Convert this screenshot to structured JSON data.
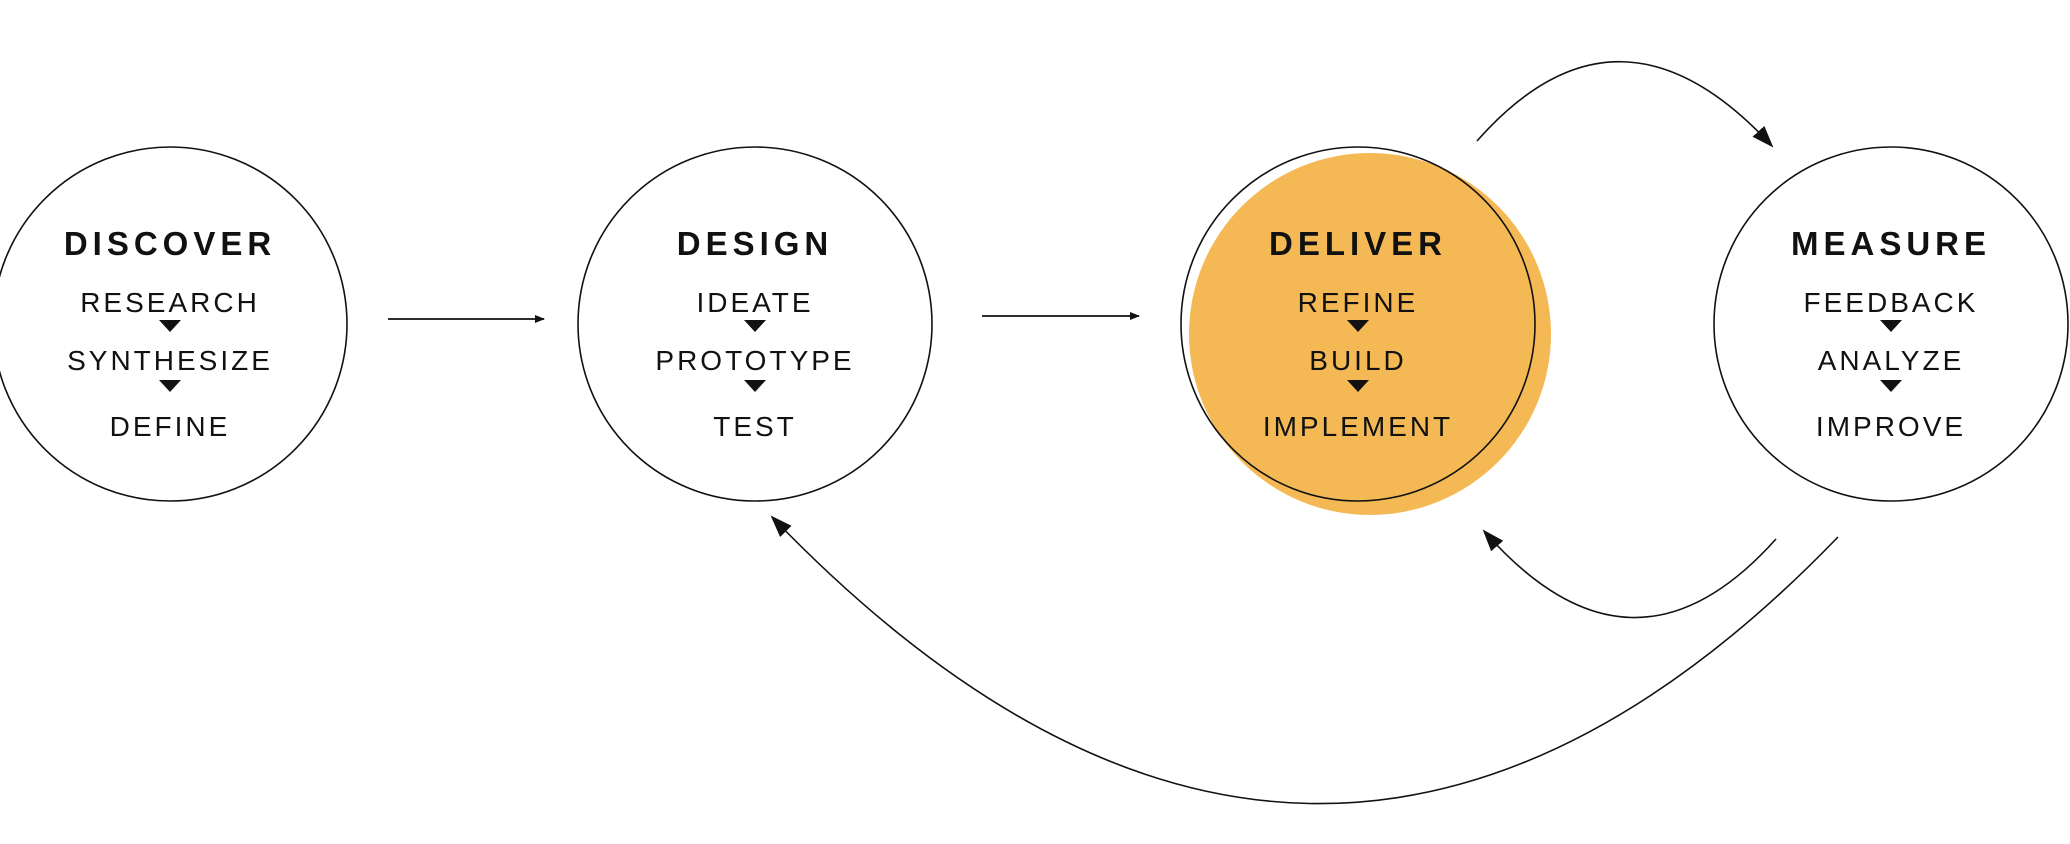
{
  "colors": {
    "accent": "#F4B955",
    "line": "#111111"
  },
  "stages": [
    {
      "title": "DISCOVER",
      "steps": [
        "RESEARCH",
        "SYNTHESIZE",
        "DEFINE"
      ],
      "highlighted": false
    },
    {
      "title": "DESIGN",
      "steps": [
        "IDEATE",
        "PROTOTYPE",
        "TEST"
      ],
      "highlighted": false
    },
    {
      "title": "DELIVER",
      "steps": [
        "REFINE",
        "BUILD",
        "IMPLEMENT"
      ],
      "highlighted": true
    },
    {
      "title": "MEASURE",
      "steps": [
        "FEEDBACK",
        "ANALYZE",
        "IMPROVE"
      ],
      "highlighted": false
    }
  ]
}
